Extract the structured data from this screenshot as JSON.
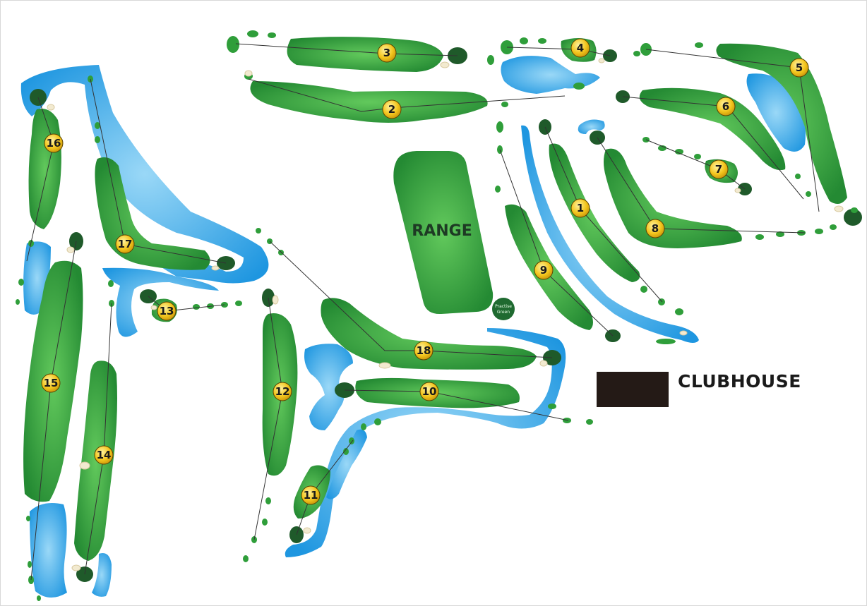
{
  "range": {
    "label": "RANGE"
  },
  "practice_green": {
    "line1": "Practise",
    "line2": "Green"
  },
  "clubhouse": {
    "label": "CLUBHOUSE"
  },
  "colors": {
    "fairway": "#2f9e3a",
    "fairway_light": "#5cc45a",
    "green": "#1f5a2a",
    "water": "#2aa3e8",
    "water_light": "#8fd3f5",
    "marker": "#f2c41e",
    "clubhouse": "#241a16"
  },
  "holes": [
    {
      "number": "1"
    },
    {
      "number": "2"
    },
    {
      "number": "3"
    },
    {
      "number": "4"
    },
    {
      "number": "5"
    },
    {
      "number": "6"
    },
    {
      "number": "7"
    },
    {
      "number": "8"
    },
    {
      "number": "9"
    },
    {
      "number": "10"
    },
    {
      "number": "11"
    },
    {
      "number": "12"
    },
    {
      "number": "13"
    },
    {
      "number": "14"
    },
    {
      "number": "15"
    },
    {
      "number": "16"
    },
    {
      "number": "17"
    },
    {
      "number": "18"
    }
  ]
}
